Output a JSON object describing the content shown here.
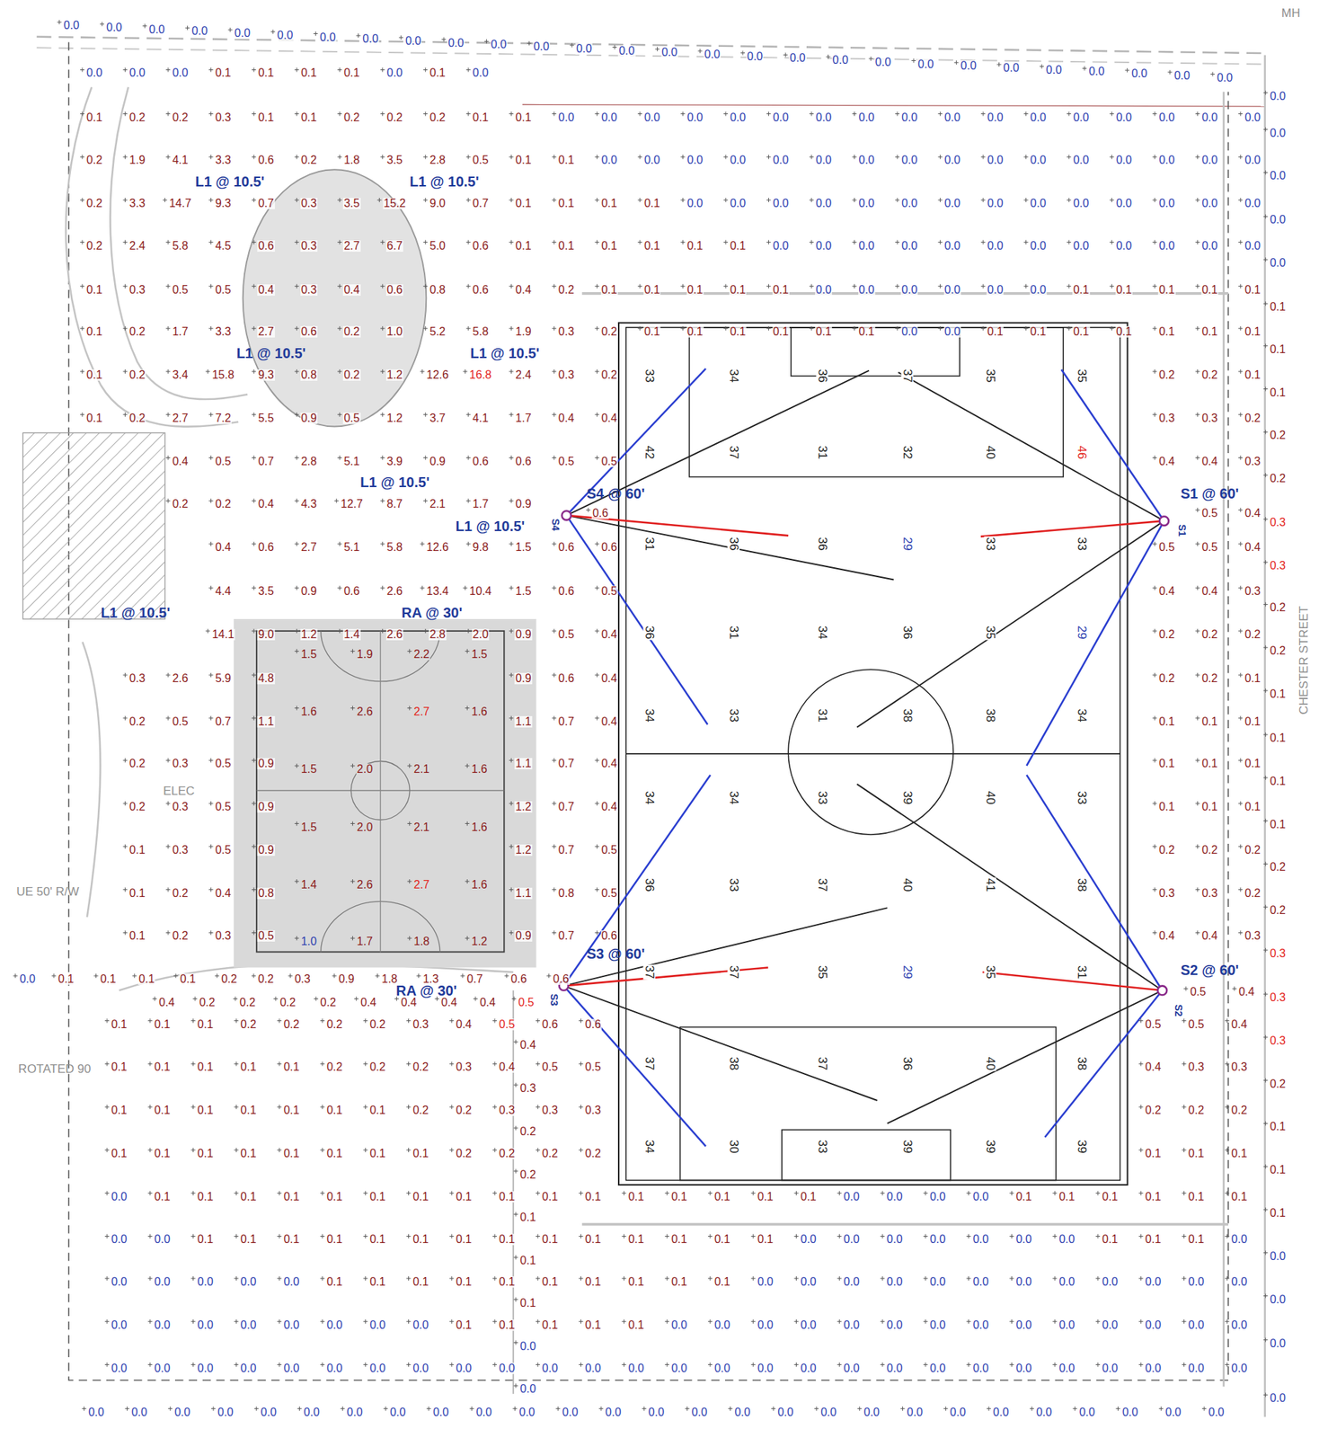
{
  "diagram": {
    "labels": [
      "L1 @ 10.5'",
      "L1 @ 10.5'",
      "L1 @ 10.5'",
      "L1 @ 10.5'",
      "L1 @ 10.5'",
      "S4 @ 60'",
      "S1 @ 60'",
      "L1 @ 10.5'",
      "RA @ 30'",
      "L1 @ 10.5'",
      "S3 @ 60'",
      "S2 @ 60'",
      "RA @ 30'",
      "S4",
      "S1",
      "S3",
      "S2",
      "UE 50' R/W",
      "ROTATED 90",
      "ELEC",
      "MH",
      "CHESTER STREET",
      "0.0",
      "0.0",
      "0.0",
      "0.0",
      "0.0",
      "0.0",
      "0.0",
      "0.0",
      "0.0",
      "0.0",
      "0.0",
      "0.0",
      "0.0",
      "0.0",
      "0.0",
      "0.0",
      "0.0",
      "0.0",
      "0.0",
      "0.0",
      "0.0",
      "0.0",
      "0.0",
      "0.0",
      "0.0",
      "0.0",
      "0.0",
      "0.0",
      "0.0",
      "0.0",
      "0.0",
      "0.1",
      "0.1",
      "0.1",
      "0.1",
      "0.0",
      "0.1",
      "0.0",
      "0.1",
      "0.2",
      "0.2",
      "0.3",
      "0.1",
      "0.1",
      "0.2",
      "0.2",
      "0.2",
      "0.1",
      "0.1",
      "0.0",
      "0.0",
      "0.0",
      "0.0",
      "0.0",
      "0.0",
      "0.0",
      "0.0",
      "0.0",
      "0.0",
      "0.0",
      "0.0",
      "0.0",
      "0.0",
      "0.0",
      "0.0",
      "0.0",
      "0.2",
      "1.9",
      "4.1",
      "3.3",
      "0.6",
      "0.2",
      "1.8",
      "3.5",
      "2.8",
      "0.5",
      "0.1",
      "0.1",
      "0.0",
      "0.0",
      "0.0",
      "0.0",
      "0.0",
      "0.0",
      "0.0",
      "0.0",
      "0.0",
      "0.0",
      "0.0",
      "0.0",
      "0.0",
      "0.0",
      "0.0",
      "0.0",
      "0.2",
      "3.3",
      "14.7",
      "9.3",
      "0.7",
      "0.3",
      "3.5",
      "15.2",
      "9.0",
      "0.7",
      "0.1",
      "0.1",
      "0.1",
      "0.1",
      "0.0",
      "0.0",
      "0.0",
      "0.0",
      "0.0",
      "0.0",
      "0.0",
      "0.0",
      "0.0",
      "0.0",
      "0.0",
      "0.0",
      "0.0",
      "0.0",
      "0.2",
      "2.4",
      "5.8",
      "4.5",
      "0.6",
      "0.3",
      "2.7",
      "6.7",
      "5.0",
      "0.6",
      "0.1",
      "0.1",
      "0.1",
      "0.1",
      "0.1",
      "0.1",
      "0.0",
      "0.0",
      "0.0",
      "0.0",
      "0.0",
      "0.0",
      "0.0",
      "0.0",
      "0.0",
      "0.0",
      "0.0",
      "0.0",
      "0.1",
      "0.3",
      "0.5",
      "0.5",
      "0.4",
      "0.3",
      "0.4",
      "0.6",
      "0.8",
      "0.6",
      "0.4",
      "0.2",
      "0.1",
      "0.1",
      "0.1",
      "0.1",
      "0.1",
      "0.0",
      "0.0",
      "0.0",
      "0.0",
      "0.0",
      "0.0",
      "0.1",
      "0.1",
      "0.1",
      "0.1",
      "0.1",
      "0.1",
      "0.2",
      "1.7",
      "3.3",
      "2.7",
      "0.6",
      "0.2",
      "1.0",
      "5.2",
      "5.8",
      "1.9",
      "0.3",
      "0.2",
      "0.1",
      "0.1",
      "0.1",
      "0.1",
      "0.1",
      "0.1",
      "0.0",
      "0.0",
      "0.1",
      "0.1",
      "0.1",
      "0.1",
      "0.1",
      "0.1",
      "0.1",
      "0.1",
      "0.2",
      "3.4",
      "15.8",
      "9.3",
      "0.8",
      "0.2",
      "1.2",
      "12.6",
      "16.8",
      "2.4",
      "0.3",
      "0.2",
      "0.2",
      "0.2",
      "0.1",
      "0.1",
      "0.2",
      "2.7",
      "7.2",
      "5.5",
      "0.9",
      "0.5",
      "1.2",
      "3.7",
      "4.1",
      "1.7",
      "0.4",
      "0.4",
      "0.3",
      "0.3",
      "0.2",
      "0.4",
      "0.5",
      "0.7",
      "2.8",
      "5.1",
      "3.9",
      "0.9",
      "0.6",
      "0.6",
      "0.5",
      "0.5",
      "0.4",
      "0.4",
      "0.3",
      "0.2",
      "0.2",
      "0.4",
      "4.3",
      "12.7",
      "8.7",
      "2.1",
      "1.7",
      "0.9",
      "0.6",
      "0.5",
      "0.4",
      "0.4",
      "0.6",
      "2.7",
      "5.1",
      "5.8",
      "12.6",
      "9.8",
      "1.5",
      "0.6",
      "0.6",
      "0.5",
      "0.5",
      "0.4",
      "4.4",
      "3.5",
      "0.9",
      "0.6",
      "2.6",
      "13.4",
      "10.4",
      "1.5",
      "0.6",
      "0.5",
      "0.4",
      "0.4",
      "0.3",
      "14.1",
      "9.0",
      "1.2",
      "1.4",
      "2.6",
      "2.8",
      "2.0",
      "0.9",
      "0.5",
      "0.4",
      "0.2",
      "0.2",
      "0.2",
      "0.3",
      "2.6",
      "5.9",
      "4.8",
      "0.9",
      "0.6",
      "0.4",
      "0.2",
      "0.2",
      "0.1",
      "0.2",
      "0.5",
      "0.7",
      "1.1",
      "1.1",
      "0.7",
      "0.4",
      "0.1",
      "0.1",
      "0.1",
      "0.2",
      "0.3",
      "0.5",
      "0.9",
      "1.1",
      "0.7",
      "0.4",
      "0.1",
      "0.1",
      "0.1",
      "0.2",
      "0.3",
      "0.5",
      "0.9",
      "1.2",
      "0.7",
      "0.4",
      "0.1",
      "0.1",
      "0.1",
      "0.1",
      "0.3",
      "0.5",
      "0.9",
      "1.2",
      "0.7",
      "0.5",
      "0.2",
      "0.2",
      "0.2",
      "0.1",
      "0.2",
      "0.4",
      "0.8",
      "1.1",
      "0.8",
      "0.5",
      "0.3",
      "0.3",
      "0.2",
      "0.1",
      "0.2",
      "0.3",
      "0.5",
      "0.9",
      "0.7",
      "0.6",
      "0.4",
      "0.4",
      "0.3",
      "1.5",
      "1.9",
      "2.2",
      "1.5",
      "1.6",
      "2.6",
      "2.7",
      "1.6",
      "1.5",
      "2.0",
      "2.1",
      "1.6",
      "1.5",
      "2.0",
      "2.1",
      "1.6",
      "1.4",
      "2.6",
      "2.7",
      "1.6",
      "1.0",
      "1.7",
      "1.8",
      "1.2",
      "0.0",
      "0.1",
      "0.1",
      "0.1",
      "0.1",
      "0.2",
      "0.2",
      "0.3",
      "0.9",
      "1.8",
      "1.3",
      "0.7",
      "0.6",
      "0.6",
      "0.4",
      "0.2",
      "0.2",
      "0.2",
      "0.2",
      "0.4",
      "0.4",
      "0.4",
      "0.4",
      "0.5",
      "0.5",
      "0.4",
      "0.1",
      "0.1",
      "0.1",
      "0.2",
      "0.2",
      "0.2",
      "0.2",
      "0.3",
      "0.4",
      "0.5",
      "0.6",
      "0.6",
      "0.5",
      "0.5",
      "0.4",
      "0.1",
      "0.1",
      "0.1",
      "0.1",
      "0.1",
      "0.2",
      "0.2",
      "0.2",
      "0.3",
      "0.4",
      "0.5",
      "0.5",
      "0.4",
      "0.3",
      "0.3",
      "0.1",
      "0.1",
      "0.1",
      "0.1",
      "0.1",
      "0.1",
      "0.1",
      "0.2",
      "0.2",
      "0.3",
      "0.3",
      "0.3",
      "0.2",
      "0.2",
      "0.2",
      "0.1",
      "0.1",
      "0.1",
      "0.1",
      "0.1",
      "0.1",
      "0.1",
      "0.1",
      "0.2",
      "0.2",
      "0.2",
      "0.2",
      "0.1",
      "0.1",
      "0.1",
      "0.0",
      "0.1",
      "0.1",
      "0.1",
      "0.1",
      "0.1",
      "0.1",
      "0.1",
      "0.1",
      "0.1",
      "0.1",
      "0.1",
      "0.1",
      "0.1",
      "0.1",
      "0.1",
      "0.1",
      "0.0",
      "0.0",
      "0.0",
      "0.0",
      "0.1",
      "0.1",
      "0.1",
      "0.1",
      "0.1",
      "0.1",
      "0.0",
      "0.0",
      "0.1",
      "0.1",
      "0.1",
      "0.1",
      "0.1",
      "0.1",
      "0.1",
      "0.1",
      "0.1",
      "0.1",
      "0.1",
      "0.1",
      "0.1",
      "0.1",
      "0.0",
      "0.0",
      "0.0",
      "0.0",
      "0.0",
      "0.0",
      "0.0",
      "0.1",
      "0.1",
      "0.1",
      "0.0",
      "0.0",
      "0.0",
      "0.0",
      "0.0",
      "0.0",
      "0.1",
      "0.1",
      "0.1",
      "0.1",
      "0.1",
      "0.1",
      "0.1",
      "0.1",
      "0.1",
      "0.1",
      "0.0",
      "0.0",
      "0.0",
      "0.0",
      "0.0",
      "0.0",
      "0.0",
      "0.0",
      "0.0",
      "0.0",
      "0.0",
      "0.0",
      "0.0",
      "0.0",
      "0.0",
      "0.0",
      "0.0",
      "0.0",
      "0.0",
      "0.0",
      "0.1",
      "0.1",
      "0.1",
      "0.1",
      "0.1",
      "0.0",
      "0.0",
      "0.0",
      "0.0",
      "0.0",
      "0.0",
      "0.0",
      "0.0",
      "0.0",
      "0.0",
      "0.0",
      "0.0",
      "0.0",
      "0.0",
      "0.0",
      "0.0",
      "0.0",
      "0.0",
      "0.0",
      "0.0",
      "0.0",
      "0.0",
      "0.0",
      "0.0",
      "0.0",
      "0.0",
      "0.0",
      "0.0",
      "0.0",
      "0.0",
      "0.0",
      "0.0",
      "0.0",
      "0.0",
      "0.0",
      "0.0",
      "0.0",
      "0.0",
      "0.0",
      "0.0",
      "0.0",
      "0.0",
      "0.0",
      "0.0",
      "0.0",
      "0.0",
      "0.0",
      "0.0",
      "0.0",
      "0.0",
      "0.0",
      "0.0",
      "0.0",
      "0.0",
      "0.0",
      "0.0",
      "0.0",
      "0.0",
      "0.0",
      "0.0",
      "0.0",
      "0.0",
      "0.0",
      "0.0",
      "0.0",
      "0.0",
      "0.0",
      "0.0",
      "0.4",
      "0.3",
      "0.2",
      "0.2",
      "0.1",
      "0.1",
      "0.1",
      "0.0",
      "0.0",
      "0.0",
      "0.0",
      "0.0",
      "0.0",
      "0.0",
      "0.1",
      "0.1",
      "0.1",
      "0.2",
      "0.2",
      "0.3",
      "0.3",
      "0.2",
      "0.2",
      "0.1",
      "0.1",
      "0.1",
      "0.1",
      "0.2",
      "0.2",
      "0.3",
      "0.3",
      "0.3",
      "0.2",
      "0.1",
      "0.1",
      "0.1",
      "0.0",
      "0.0",
      "0.0",
      "0.0",
      "33",
      "34",
      "36",
      "37",
      "35",
      "35",
      "42",
      "37",
      "31",
      "32",
      "40",
      "46",
      "31",
      "36",
      "36",
      "29",
      "33",
      "33",
      "36",
      "31",
      "34",
      "36",
      "35",
      "29",
      "34",
      "33",
      "31",
      "38",
      "38",
      "34",
      "34",
      "34",
      "33",
      "39",
      "40",
      "33",
      "36",
      "33",
      "37",
      "40",
      "41",
      "38",
      "37",
      "37",
      "35",
      "29",
      "35",
      "31",
      "37",
      "38",
      "37",
      "36",
      "40",
      "38",
      "34",
      "30",
      "33",
      "39",
      "39",
      "39"
    ]
  }
}
